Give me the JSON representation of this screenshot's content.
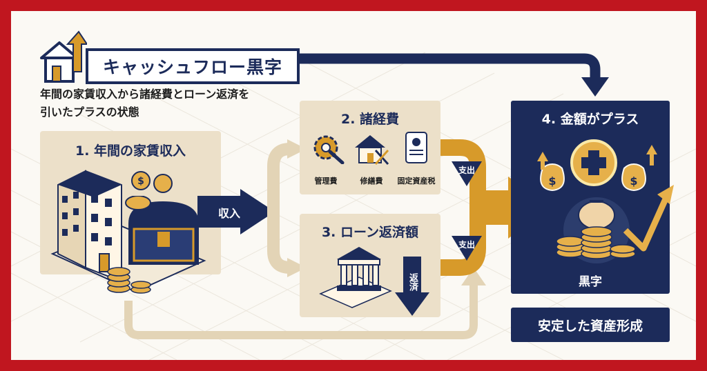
{
  "title": "キャッシュフロー黒字",
  "subtitle_lines": [
    "年間の家賃収入から諸経費とローン返済を",
    "引いたプラスの状態"
  ],
  "step1": {
    "title": "1. 年間の家賃収入"
  },
  "income_label": "収入",
  "step2": {
    "title": "2. 諸経費",
    "items": [
      "管理費",
      "修繕費",
      "固定資産税"
    ]
  },
  "step3": {
    "title": "3. ローン返済額",
    "repay_label": "返済"
  },
  "outflow_label_1": "支出",
  "outflow_label_2": "支出",
  "step4": {
    "title": "4. 金額がプラス",
    "result_label": "黒字"
  },
  "footer_label": "安定した資産形成",
  "icons": [
    "house-up-arrow-icon",
    "apartment-building-icon",
    "treasure-chest-icon",
    "coin-icon",
    "gear-wrench-icon",
    "house-tools-icon",
    "document-scroll-icon",
    "bank-building-icon",
    "money-bag-icon",
    "plus-coin-icon",
    "piggy-bank-icon",
    "up-trend-arrow-icon"
  ],
  "colors": {
    "navy": "#1c2b5a",
    "gold": "#d79a2a",
    "beige": "#ece0c9",
    "frame": "#c0161f",
    "background": "#fbf9f4"
  }
}
